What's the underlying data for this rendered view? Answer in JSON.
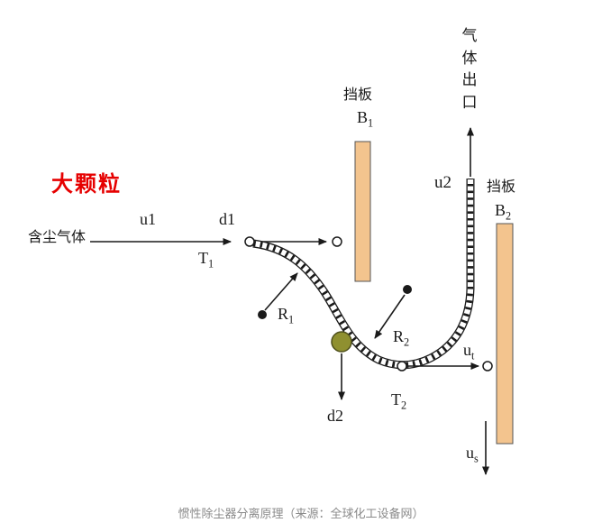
{
  "caption": "惯性除尘器分离原理（来源：全球化工设备网）",
  "colors": {
    "accent_red": "#e60000",
    "baffle_fill": "#f3c48e",
    "particle_olive": "#8f9030",
    "line": "#1a1a1a"
  },
  "labels": {
    "big_particle": "大颗粒",
    "dusty_gas": "含尘气体",
    "gas_outlet": "气体出口",
    "baffle1_name": "挡板",
    "baffle2_name": "挡板",
    "u1": "u1",
    "u2": "u2",
    "d1": "d1",
    "d2": "d2",
    "T1": {
      "b": "T",
      "s": "1"
    },
    "T2": {
      "b": "T",
      "s": "2"
    },
    "R1": {
      "b": "R",
      "s": "1"
    },
    "R2": {
      "b": "R",
      "s": "2"
    },
    "B1": {
      "b": "B",
      "s": "1"
    },
    "B2": {
      "b": "B",
      "s": "2"
    },
    "ut": {
      "b": "u",
      "s": "t"
    },
    "us": {
      "b": "u",
      "s": "s"
    }
  }
}
